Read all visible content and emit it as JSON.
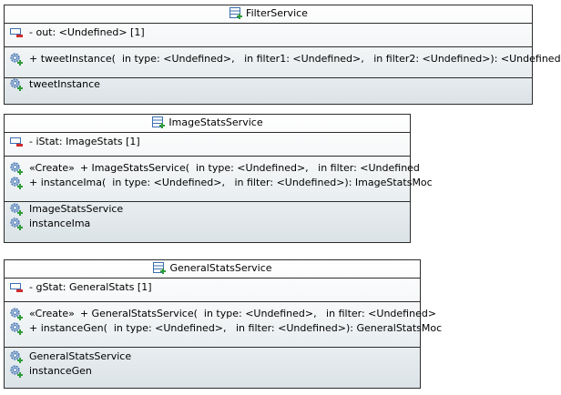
{
  "classes": [
    {
      "name": "FilterService",
      "attributes": [
        {
          "text": "- out: <Undefined> [1]"
        }
      ],
      "operations": [
        {
          "text": "+ tweetInstance(  in type: <Undefined>,   in filter1: <Undefined>,   in filter2: <Undefined>): <Undefined"
        }
      ],
      "realizations": [
        {
          "text": "tweetInstance"
        }
      ]
    },
    {
      "name": "ImageStatsService",
      "attributes": [
        {
          "text": "- iStat: ImageStats [1]"
        }
      ],
      "operations": [
        {
          "stereotype": "«Create»",
          "text": "+ ImageStatsService(  in type: <Undefined>,   in filter: <Undefined"
        },
        {
          "text": "+ instanceIma(  in type: <Undefined>,   in filter: <Undefined>): ImageStatsMoc"
        }
      ],
      "realizations": [
        {
          "text": "ImageStatsService"
        },
        {
          "text": "instanceIma"
        }
      ]
    },
    {
      "name": "GeneralStatsService",
      "attributes": [
        {
          "text": "- gStat: GeneralStats [1]"
        }
      ],
      "operations": [
        {
          "stereotype": "«Create»",
          "text": "+ GeneralStatsService(  in type: <Undefined>,   in filter: <Undefined>"
        },
        {
          "text": "+ instanceGen(  in type: <Undefined>,   in filter: <Undefined>): GeneralStatsMoc"
        }
      ],
      "realizations": [
        {
          "text": "GeneralStatsService"
        },
        {
          "text": "instanceGen"
        }
      ]
    }
  ],
  "icons": {
    "class": "class-icon",
    "attribute": "private-attribute-icon",
    "operation": "operation-icon"
  },
  "colors": {
    "border": "#2c2c2c",
    "gradient_bottom": "#dbe3e7",
    "icon_blue": "#3b6fb0",
    "icon_green": "#2e9b3a",
    "icon_red": "#d02b2b"
  }
}
